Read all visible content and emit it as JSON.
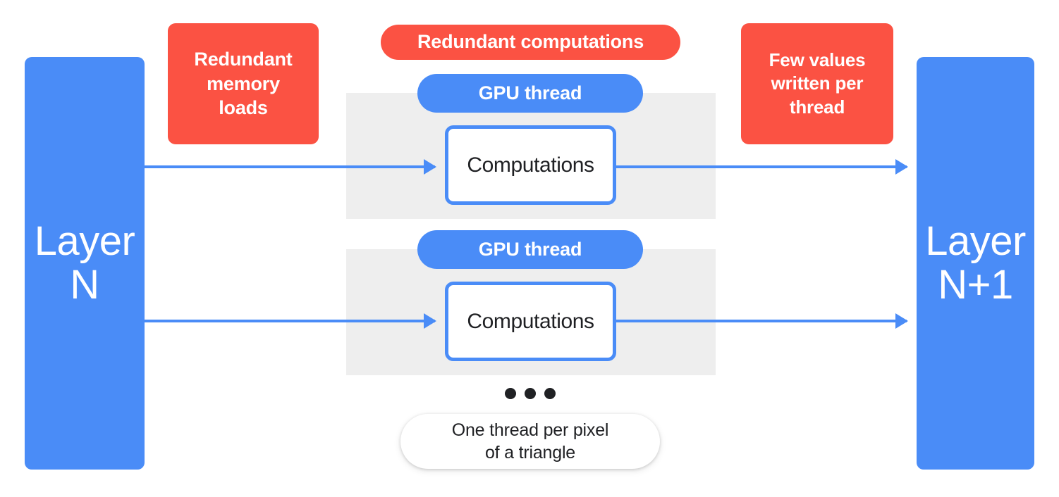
{
  "diagram": {
    "title": "GPU thread redundancy diagram",
    "colors": {
      "blue": "#4a8cf7",
      "red": "#fb5243",
      "grey_band": "#eeeeee",
      "text_dark": "#1f2023",
      "white": "#ffffff"
    }
  },
  "layers": {
    "input": {
      "label": "Layer\nN"
    },
    "output": {
      "label": "Layer\nN+1"
    }
  },
  "callouts": {
    "memory_loads": {
      "label": "Redundant\nmemory\nloads"
    },
    "redundant_computations": {
      "label": "Redundant computations"
    },
    "few_values": {
      "label": "Few values\nwritten per\nthread"
    }
  },
  "threads": [
    {
      "pill_label": "GPU thread",
      "compute_label": "Computations"
    },
    {
      "pill_label": "GPU thread",
      "compute_label": "Computations"
    }
  ],
  "ellipsis": {
    "dots": 3,
    "label": "more-threads-ellipsis"
  },
  "caption": {
    "label": "One thread per pixel\nof a triangle"
  }
}
